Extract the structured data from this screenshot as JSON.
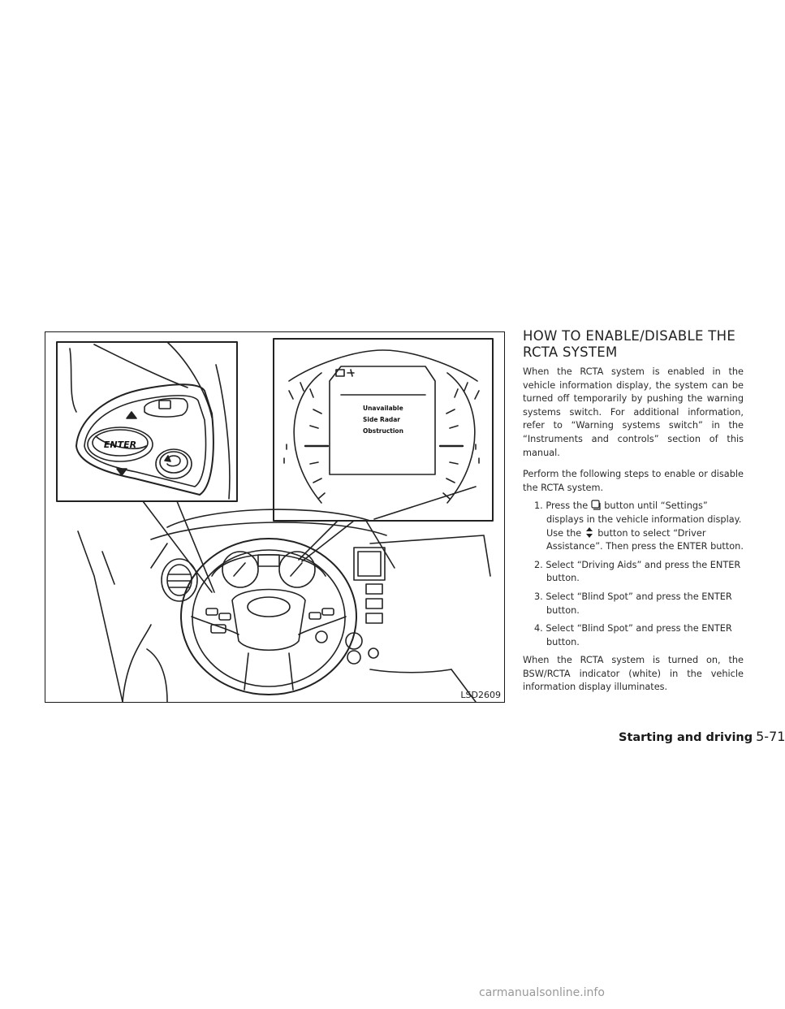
{
  "figure": {
    "code": "LSD2609",
    "display_messages": [
      "Unavailable",
      "Side Radar",
      "Obstruction"
    ],
    "enter_button_label": "ENTER"
  },
  "section": {
    "heading_line1": "HOW TO ENABLE/DISABLE THE",
    "heading_line2": "RCTA SYSTEM",
    "intro": "When the RCTA system is enabled in the vehicle information display, the system can be turned off temporarily by pushing the warning systems switch. For additional information, refer to “Warning systems switch” in the “Instruments and controls” section of this manual.",
    "steps_intro": "Perform the following steps to enable or disable the RCTA system.",
    "steps": [
      {
        "num": "1.",
        "pre": "Press the",
        "icon": "menu-button-icon",
        "post": "button until “Settings” displays in the vehicle information display. Use the",
        "icon2": "up-down-button-icon",
        "post2": "button to select “Driver Assistance”. Then press the ENTER button."
      },
      {
        "num": "2.",
        "text": "Select “Driving Aids” and press the ENTER button."
      },
      {
        "num": "3.",
        "text": "Select “Blind Spot” and press the ENTER button."
      },
      {
        "num": "4.",
        "text": "Select “Blind Spot” and press the ENTER button."
      }
    ],
    "closing": "When the RCTA system is turned on, the BSW/RCTA indicator (white) in the vehicle information display illuminates."
  },
  "footer": {
    "section_name": "Starting and driving",
    "page_number": "5-71"
  },
  "watermark": "carmanualsonline.info"
}
